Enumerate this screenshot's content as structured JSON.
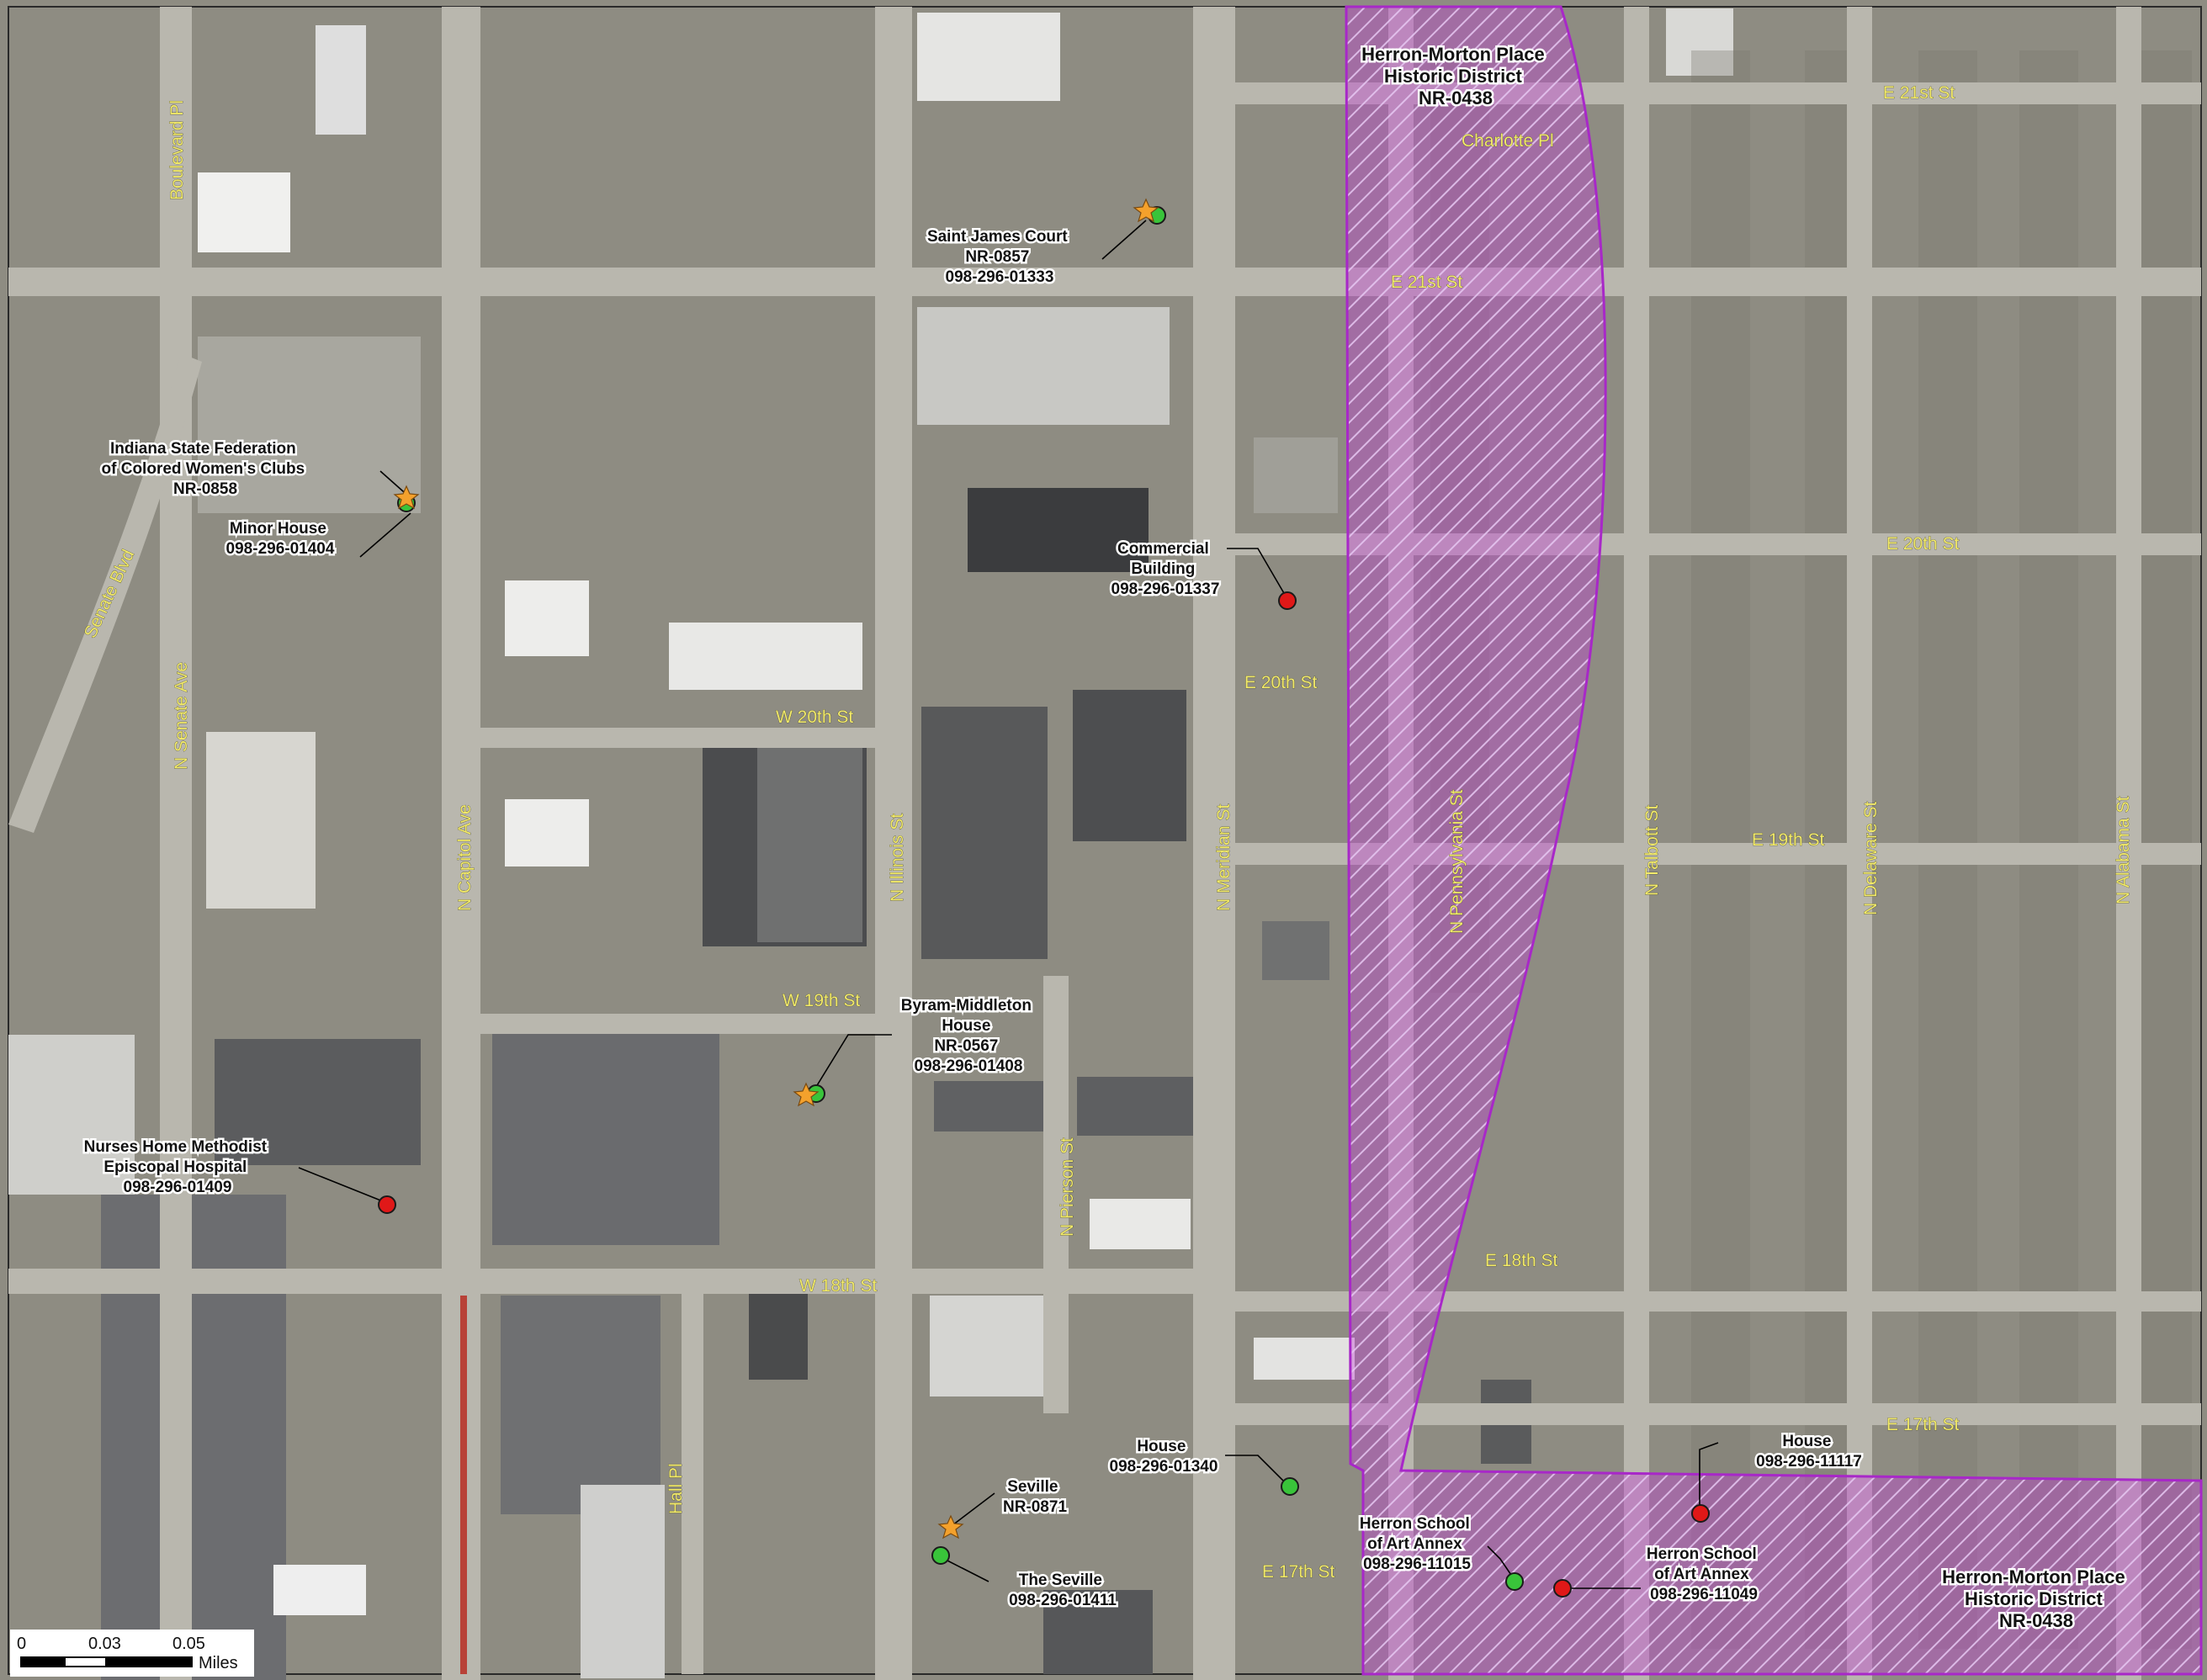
{
  "colors": {
    "aerial_base": "#8c8a80",
    "block": "#9c9a8f",
    "road": "#b9b7ae",
    "district_fill": "#c23ad8",
    "district_stroke": "#a828c8",
    "road_label": "#f2ea6a",
    "star": "#f4a12c",
    "green_point": "#39c43a",
    "red_point": "#e01818"
  },
  "legend_symbols": {
    "star": "star-icon",
    "green": "green-circle-icon",
    "red": "red-circle-icon"
  },
  "streets": {
    "boulevard_pl": "Boulevard Pl",
    "senate_blvd": "Senate Blvd",
    "n_senate_ave": "N Senate Ave",
    "n_capitol_ave": "N Capitol Ave",
    "n_illinois_st": "N Illinois St",
    "n_meridian_st": "N Meridian St",
    "n_pierson_st": "N Pierson St",
    "hall_pl": "Hall Pl",
    "n_pennsylvania_st": "N Pennsylvania St",
    "n_talbott_st": "N Talbott St",
    "n_delaware_st": "N Delaware St",
    "n_alabama_st": "N Alabama St",
    "w_20th_st": "W 20th St",
    "w_19th_st": "W 19th St",
    "w_18th_st": "W 18th St",
    "e_21st_st_top": "E 21st St",
    "e_21st_st_district": "E 21st St",
    "charlotte_pl": "Charlotte Pl",
    "e_20th_st_east": "E 20th St",
    "e_20th_st_west": "E 20th St",
    "e_19th_st": "E 19th St",
    "e_18th_st": "E 18th St",
    "e_17th_st_east": "E 17th St",
    "e_17th_st_west": "E 17th St"
  },
  "sites": {
    "saint_james": [
      "Saint James Court",
      "NR-0857",
      "098-296-01333"
    ],
    "federation": [
      "Indiana State Federation",
      "of Colored Women's Clubs",
      "NR-0858"
    ],
    "minor_house": [
      "Minor House",
      "098-296-01404"
    ],
    "commercial": [
      "Commercial",
      "Building",
      "098-296-01337"
    ],
    "byram": [
      "Byram-Middleton",
      "House",
      "NR-0567",
      "098-296-01408"
    ],
    "nurses": [
      "Nurses Home Methodist",
      "Episcopal Hospital",
      "098-296-01409"
    ],
    "house_01340": [
      "House",
      "098-296-01340"
    ],
    "seville_nr": [
      "Seville",
      "NR-0871"
    ],
    "the_seville": [
      "The Seville",
      "098-296-01411"
    ],
    "herron_11015": [
      "Herron School",
      "of Art Annex",
      "098-296-11015"
    ],
    "herron_11049": [
      "Herron School",
      "of Art Annex",
      "098-296-11049"
    ],
    "house_11117": [
      "House",
      "098-296-11117"
    ]
  },
  "districts": {
    "top": [
      "Herron-Morton Place",
      "Historic District",
      "NR-0438"
    ],
    "bottom": [
      "Herron-Morton Place",
      "Historic District",
      "NR-0438"
    ]
  },
  "scale_bar": {
    "ticks": [
      "0",
      "0.03",
      "0.05"
    ],
    "unit": "Miles"
  }
}
